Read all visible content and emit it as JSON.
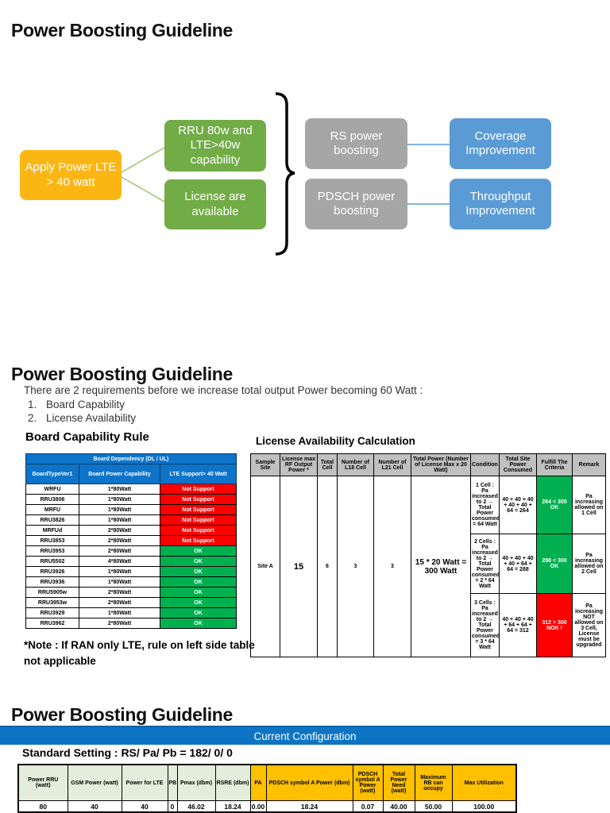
{
  "slide1": {
    "title": "Power Boosting Guideline",
    "flow": {
      "apply": "Apply Power LTE > 40 watt",
      "rru": "RRU 80w and LTE>40w capability",
      "license": "License are available",
      "rs": "RS power boosting",
      "pdsch": "PDSCH power boosting",
      "coverage": "Coverage Improvement",
      "throughput": "Throughput Improvement",
      "colors": {
        "yellow": "#FCB614",
        "green": "#71AC47",
        "gray": "#A6A6A6",
        "blue": "#5B9BD5"
      }
    }
  },
  "slide2": {
    "title": "Power Boosting Guideline",
    "intro": "There are 2 requirements before we increase total output Power becoming 60 Watt :",
    "items": [
      "Board Capability",
      "License Availability"
    ],
    "note": "*Note : If RAN only LTE, rule on left side table not applicable"
  },
  "board_table": {
    "title": "Board Capability Rule",
    "group_header": "Board Dependency (DL / UL)",
    "columns": [
      "BoardTypeVer1",
      "Board Power Capability",
      "LTE Support> 40 Watt"
    ],
    "rows": [
      {
        "board": "WRFU",
        "power": "1*80Watt",
        "status": "Not Support",
        "status_class": "ns"
      },
      {
        "board": "RRU3806",
        "power": "1*80Watt",
        "status": "Not Support",
        "status_class": "ns"
      },
      {
        "board": "MRFU",
        "power": "1*80Watt",
        "status": "Not Support",
        "status_class": "ns"
      },
      {
        "board": "RRU3826",
        "power": "1*80Watt",
        "status": "Not Support",
        "status_class": "ns"
      },
      {
        "board": "MRFUd",
        "power": "2*80Watt",
        "status": "Not Support",
        "status_class": "ns"
      },
      {
        "board": "RRU3853",
        "power": "2*80Watt",
        "status": "Not Support",
        "status_class": "ns"
      },
      {
        "board": "RRU3953",
        "power": "2*80Watt",
        "status": "OK",
        "status_class": "ok"
      },
      {
        "board": "RRU5502",
        "power": "4*80Watt",
        "status": "OK",
        "status_class": "ok"
      },
      {
        "board": "RRU3926",
        "power": "1*80Watt",
        "status": "OK",
        "status_class": "ok"
      },
      {
        "board": "RRU3936",
        "power": "1*80Watt",
        "status": "OK",
        "status_class": "ok"
      },
      {
        "board": "RRU5905w",
        "power": "2*80Watt",
        "status": "OK",
        "status_class": "ok"
      },
      {
        "board": "RRU3953w",
        "power": "2*80Watt",
        "status": "OK",
        "status_class": "ok"
      },
      {
        "board": "RRU3929",
        "power": "1*80Watt",
        "status": "OK",
        "status_class": "ok"
      },
      {
        "board": "RRU3962",
        "power": "2*80Watt",
        "status": "OK",
        "status_class": "ok"
      }
    ]
  },
  "license_table": {
    "title": "License Availability Calculation",
    "columns": [
      "Sample Site",
      "License max RF Output Power *",
      "Total Cell",
      "Number of L18 Cell",
      "Number of L21 Cell",
      "Total Power (Number of License Max x 20 Watt)",
      "Condition",
      "Total Site Power Consumed",
      "Fulfill The Criteria",
      "Remark"
    ],
    "merged": {
      "site": "Site A",
      "max_power": "15",
      "total_cell": "6",
      "l18": "3",
      "l21": "3",
      "total_power": "15 * 20 Watt =\n300 Watt"
    },
    "rows": [
      {
        "condition": "1 Cell : Pa increased to 2 → Total Power consumed = 64 Watt",
        "consumed": "40 + 40 + 40 + 40 + 40 + 64 = 264",
        "criteria": "264 < 300\nOK",
        "criteria_class": "ok",
        "remark": "Pa increasing allowed on 1 Cell"
      },
      {
        "condition": "2 Cells : Pa increased to 2 → Total Power consumed = 2 * 64 Watt",
        "consumed": "40 + 40 + 40 + 40 + 64 + 64 = 288",
        "criteria": "288 < 300\nOK",
        "criteria_class": "ok",
        "remark": "Pa increasing allowed on 2 Cell"
      },
      {
        "condition": "3 Cells : Pa increased to 2 → Total Power consumed = 3 * 64 Watt",
        "consumed": "40 + 40 + 40 + 64 + 64 + 64 = 312",
        "criteria": "312 > 300\nNOK !",
        "criteria_class": "nok",
        "remark": "Pa increasing NOT allowed on 3 Cell, License must be upgraded"
      }
    ],
    "status_colors": {
      "ok": "#00B050",
      "nok": "#FF0000"
    }
  },
  "slide3": {
    "title": "Power Boosting Guideline",
    "banner": "Current Configuration",
    "standard_setting": "Standard Setting : RS/ Pa/ Pb = 182/ 0/ 0"
  },
  "current_config": {
    "columns": [
      {
        "label": "Power RRU (watt)",
        "group": "base"
      },
      {
        "label": "GSM Power (watt)",
        "group": "base"
      },
      {
        "label": "Power for LTE",
        "group": "base"
      },
      {
        "label": "PB",
        "group": "base"
      },
      {
        "label": "Pmax (dbm)",
        "group": "base"
      },
      {
        "label": "RSRE (dbm)",
        "group": "base"
      },
      {
        "label": "PA",
        "group": "boost"
      },
      {
        "label": "PDSCH symbol A Power (dbm)",
        "group": "boost"
      },
      {
        "label": "PDSCH symbol A Power (watt)",
        "group": "boost"
      },
      {
        "label": "Total Power Need (watt)",
        "group": "boost"
      },
      {
        "label": "Maximum RB can occupy",
        "group": "boost"
      },
      {
        "label": "Max Utilization",
        "group": "boost"
      }
    ],
    "values": [
      "80",
      "40",
      "40",
      "0",
      "46.02",
      "18.24",
      "0.00",
      "18.24",
      "0.07",
      "40.00",
      "50.00",
      "100.00"
    ],
    "group_colors": {
      "base": "#E4EDDB",
      "boost": "#FFC000"
    }
  }
}
